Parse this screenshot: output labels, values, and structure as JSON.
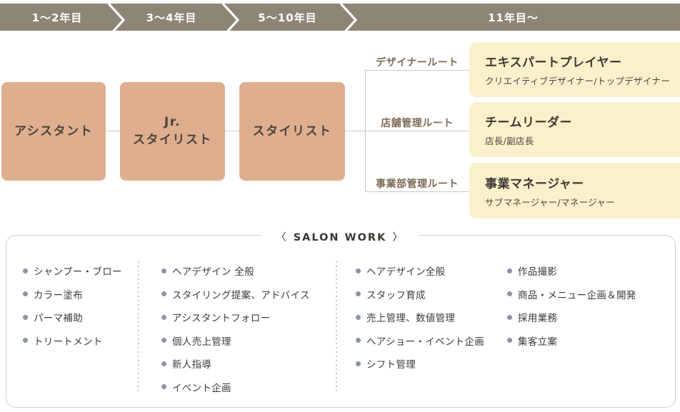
{
  "timeline": {
    "segments": [
      {
        "label": "1〜2年目"
      },
      {
        "label": "3〜4年目"
      },
      {
        "label": "5〜10年目"
      },
      {
        "label": "11年目〜"
      }
    ]
  },
  "career_path": {
    "stage1": {
      "label": "アシスタント"
    },
    "stage2": {
      "label_line1": "Jr.",
      "label_line2": "スタイリスト"
    },
    "stage3": {
      "label": "スタイリスト"
    }
  },
  "routes": [
    {
      "route_label": "デザイナールート",
      "title": "エキスパートプレイヤー",
      "subtitle": "クリエイティブデザイナー/トップデザイナー"
    },
    {
      "route_label": "店舗管理ルート",
      "title": "チームリーダー",
      "subtitle": "店長/副店長"
    },
    {
      "route_label": "事業部管理ルート",
      "title": "事業マネージャー",
      "subtitle": "サブマネージャー/マネージャー"
    }
  ],
  "salon_work": {
    "bracket_left": "〈",
    "title": "SALON WORK",
    "bracket_right": "〉",
    "columns": [
      {
        "items": [
          "シャンプー・ブロー",
          "カラー塗布",
          "パーマ補助",
          "トリートメント"
        ]
      },
      {
        "items": [
          "ヘアデザイン 全般",
          "スタイリング提案、アドバイス",
          "アシスタントフォロー",
          "個人売上管理",
          "新人指導",
          "イベント企画"
        ]
      },
      {
        "items": [
          "ヘアデザイン全般",
          "スタッフ育成",
          "売上管理、数値管理",
          "ヘアショー・イベント企画",
          "シフト管理"
        ]
      },
      {
        "items": [
          "作品撮影",
          "商品・メニュー企画＆開発",
          "採用業務",
          "集客立案"
        ]
      }
    ]
  },
  "colors": {
    "timeline_bg": "#8e8577",
    "timeline_text": "#ffffff",
    "stage_box_bg": "#dfae8e",
    "stage_box_text": "#4a443c",
    "route_label_text": "#7b6a55",
    "goal_card_bg": "#faf0cc",
    "goal_title_text": "#3e3a33",
    "connector_line": "#c9c9c9",
    "bullet": "#8d95a5",
    "list_text": "#3e3b37"
  }
}
